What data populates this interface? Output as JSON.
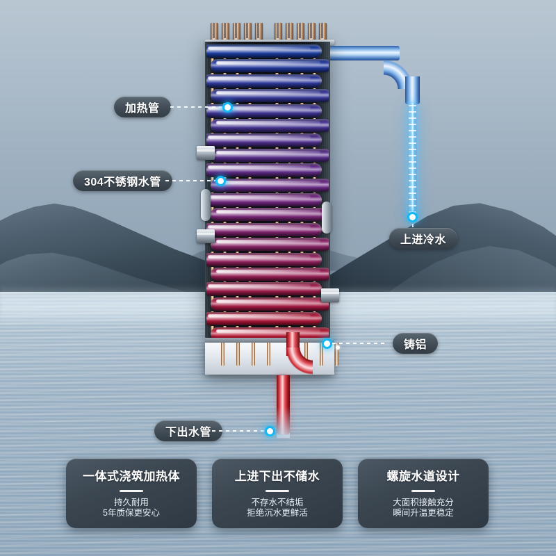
{
  "scene": {
    "background_description": "mountain-lake",
    "sky_color": "#a9bacb",
    "water_color": "#9db2c4"
  },
  "product": {
    "name": "instant-water-heater-element",
    "colors": {
      "cold_accent": "#12b9f5",
      "hot_accent": "#c8202a",
      "copper": "#e8c49c",
      "shell": "#11161b"
    }
  },
  "callouts": [
    {
      "id": "heating-tube",
      "label": "加热管",
      "side": "left"
    },
    {
      "id": "stainless-pipe",
      "label": "304不锈钢水管",
      "side": "left"
    },
    {
      "id": "cold-water-inlet",
      "label": "上进冷水",
      "side": "right"
    },
    {
      "id": "cast-aluminum",
      "label": "铸铝",
      "side": "right"
    },
    {
      "id": "water-outlet",
      "label": "下出水管",
      "side": "left"
    }
  ],
  "feature_cards": [
    {
      "title": "一体式浇筑加热体",
      "subtitle_line1": "持久耐用",
      "subtitle_line2": "5年质保更安心"
    },
    {
      "title": "上进下出不储水",
      "subtitle_line1": "不存水不结垢",
      "subtitle_line2": "拒绝沉水更鲜活"
    },
    {
      "title": "螺旋水道设计",
      "subtitle_line1": "大面积接触充分",
      "subtitle_line2": "瞬间升温更稳定"
    }
  ]
}
